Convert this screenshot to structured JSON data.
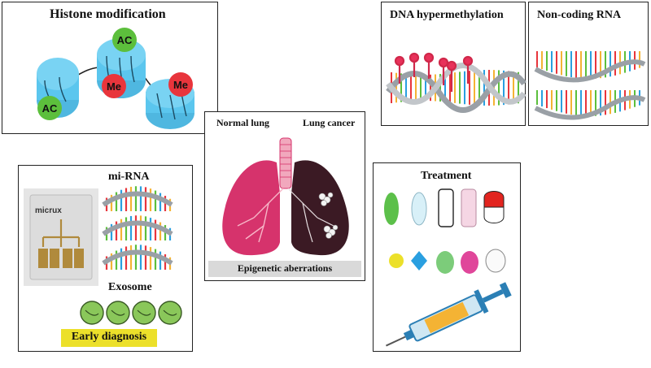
{
  "panels": {
    "histone": {
      "title": "Histone modification",
      "marks": {
        "ac_top": "AC",
        "me_center": "Me",
        "me_right": "Me",
        "ac_bottom": "AC"
      }
    },
    "dna_methylation": {
      "title": "DNA hypermethylation"
    },
    "noncoding_rna": {
      "title": "Non-coding RNA"
    },
    "lung": {
      "label_left": "Normal lung",
      "label_right": "Lung cancer",
      "caption": "Epigenetic aberrations"
    },
    "diagnosis": {
      "mirna_title": "mi-RNA",
      "chip_text": "micrux",
      "exosome_title": "Exosome",
      "badge": "Early diagnosis"
    },
    "treatment": {
      "title": "Treatment"
    }
  },
  "colors": {
    "nucleosome": "#5bc6ee",
    "acetyl_green": "#5cbf3c",
    "methyl_red": "#e8353c",
    "lung_pink": "#d6336c",
    "lung_dark": "#3b1a24",
    "badge_yellow": "#ece02a",
    "caption_bg": "#d9d9d9"
  },
  "icons": [
    "nucleosome-icon",
    "dna-helix-icon",
    "rna-strand-icon",
    "lungs-icon",
    "microfluidic-chip-icon",
    "exosome-icon",
    "pill-icon",
    "syringe-icon"
  ]
}
